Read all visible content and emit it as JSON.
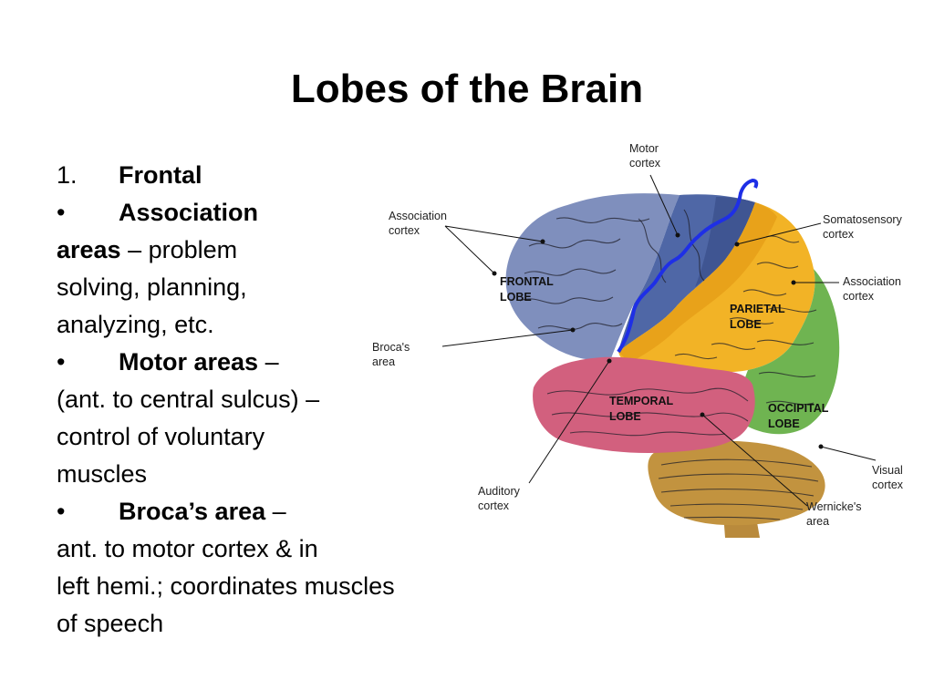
{
  "title": "Lobes of the Brain",
  "content": {
    "heading": {
      "number": "1.",
      "label": "Frontal"
    },
    "bullets": [
      {
        "symbol": "•",
        "bold_first": "Association",
        "bold_second": "areas",
        "dash": " –",
        "rest_first": " problem",
        "lines": [
          "solving, planning,",
          "analyzing, etc."
        ]
      },
      {
        "symbol": "•",
        "bold": "Motor areas",
        "dash": " –",
        "lines": [
          "(ant. to central sulcus) –",
          "control of voluntary",
          "muscles"
        ]
      },
      {
        "symbol": "•",
        "bold": "Broca’s area",
        "dash": " –",
        "lines": [
          "ant. to motor cortex & in",
          "left hemi.; coordinates muscles",
          "of speech"
        ]
      }
    ]
  },
  "diagram": {
    "labels": {
      "motor_cortex": [
        "Motor",
        "cortex"
      ],
      "association_cortex_left": [
        "Association",
        "cortex"
      ],
      "somatosensory_cortex": [
        "Somatosensory",
        "cortex"
      ],
      "association_cortex_right": [
        "Association",
        "cortex"
      ],
      "brocas_area": [
        "Broca's",
        "area"
      ],
      "auditory_cortex": [
        "Auditory",
        "cortex"
      ],
      "visual_cortex": [
        "Visual",
        "cortex"
      ],
      "wernickes_area": [
        "Wernicke's",
        "area"
      ]
    },
    "lobes": {
      "frontal": [
        "FRONTAL",
        "LOBE"
      ],
      "parietal": [
        "PARIETAL",
        "LOBE"
      ],
      "temporal": [
        "TEMPORAL",
        "LOBE"
      ],
      "occipital": [
        "OCCIPITAL",
        "LOBE"
      ]
    },
    "colors": {
      "frontal": "#7f8fbd",
      "motor": "#4f67a6",
      "motor_dark": "#3f5592",
      "parietal": "#f2b326",
      "somatosensory": "#e8a21a",
      "temporal": "#d2607e",
      "occipital": "#6fb451",
      "cerebellum": "#c2933f",
      "brainstem": "#b98a3c",
      "central_sulcus_line": "#1e2fe6"
    }
  }
}
